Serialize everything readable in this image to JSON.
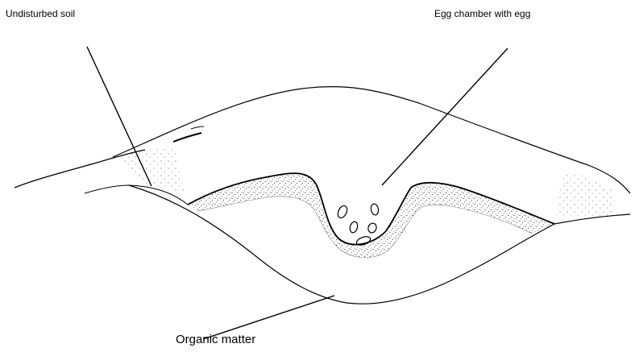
{
  "labels": {
    "undisturbed_soil": "Undisturbed soil",
    "egg_chamber": "Egg chamber with egg",
    "organic_matter": "Organic matter"
  },
  "colors": {
    "ink": "#000000",
    "background": "#ffffff"
  }
}
